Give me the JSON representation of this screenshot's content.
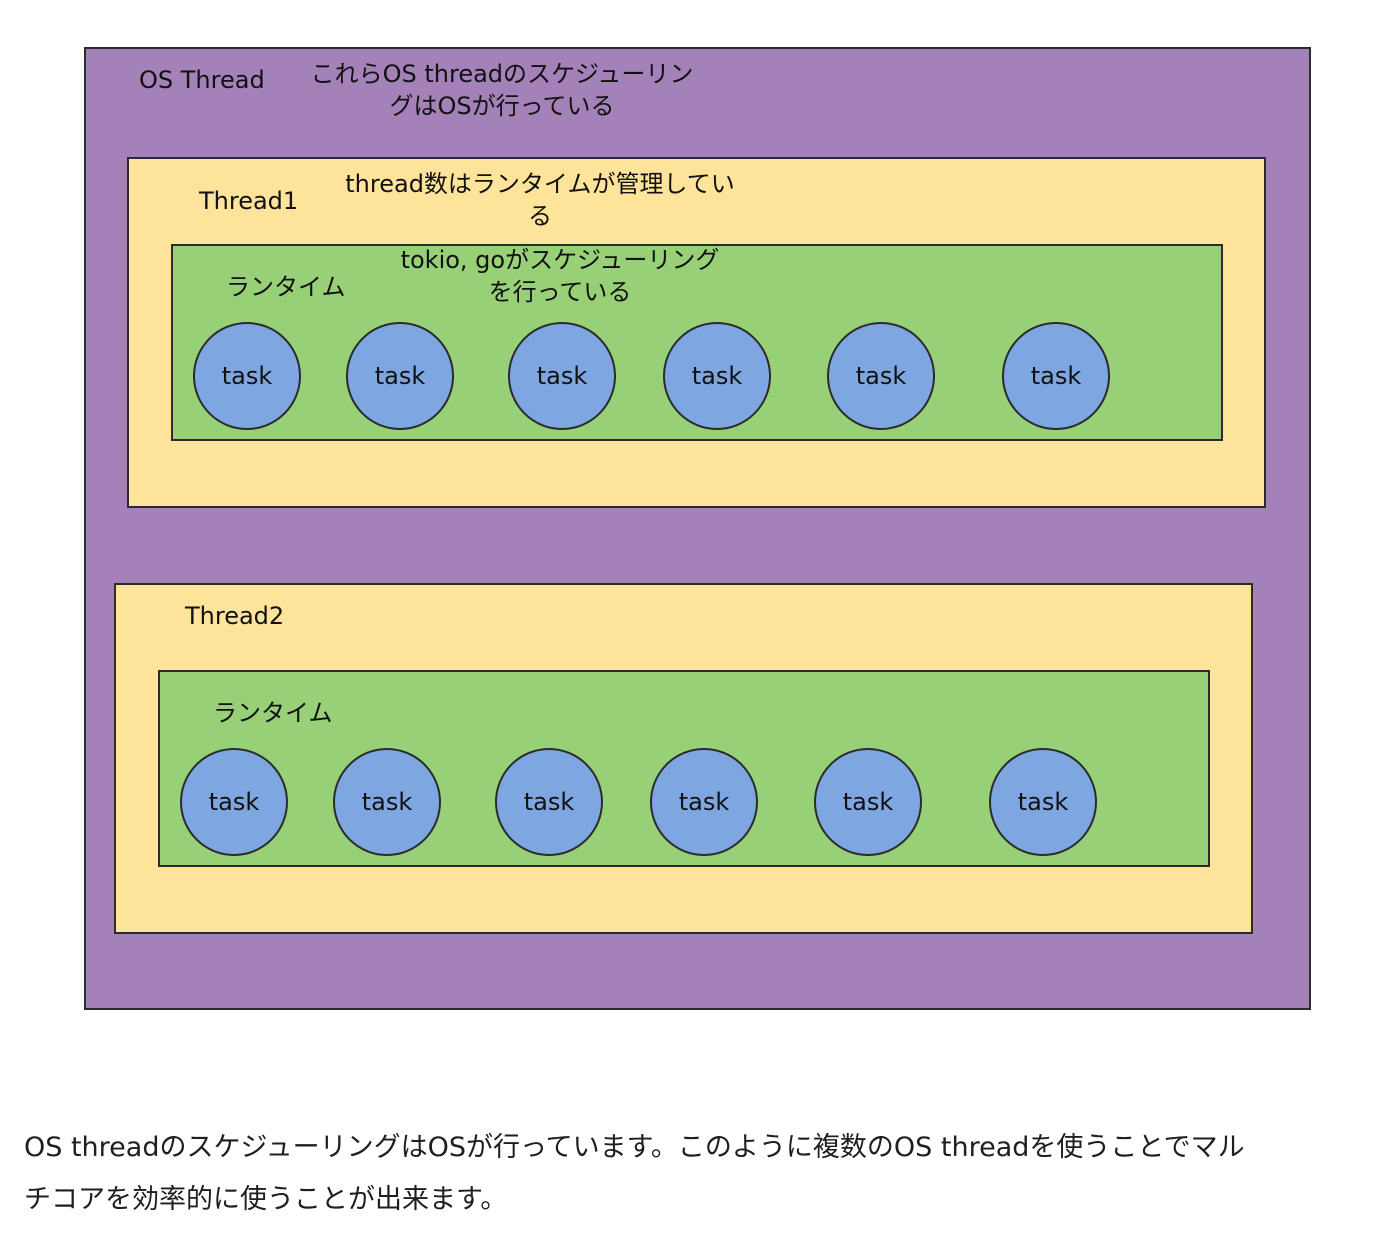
{
  "colors": {
    "os_thread": "#a481b8",
    "thread": "#fee39a",
    "runtime": "#97d077",
    "task": "#7ea6e0",
    "border": "#2b2b2b"
  },
  "os_thread": {
    "label": "OS Thread",
    "note_line1": "これらOS threadのスケジューリン",
    "note_line2": "グはOSが行っている"
  },
  "thread1": {
    "label": "Thread1",
    "note_line1": "thread数はランタイムが管理してい",
    "note_line2": "る",
    "runtime": {
      "label": "ランタイム",
      "note_line1": "tokio, goがスケジューリング",
      "note_line2": "を行っている",
      "tasks": [
        "task",
        "task",
        "task",
        "task",
        "task",
        "task"
      ]
    }
  },
  "thread2": {
    "label": "Thread2",
    "runtime": {
      "label": "ランタイム",
      "tasks": [
        "task",
        "task",
        "task",
        "task",
        "task",
        "task"
      ]
    }
  },
  "caption": {
    "line1": "OS threadのスケジューリングはOSが行っています。このように複数のOS threadを使うことでマル",
    "line2": "チコアを効率的に使うことが出来ます。"
  }
}
